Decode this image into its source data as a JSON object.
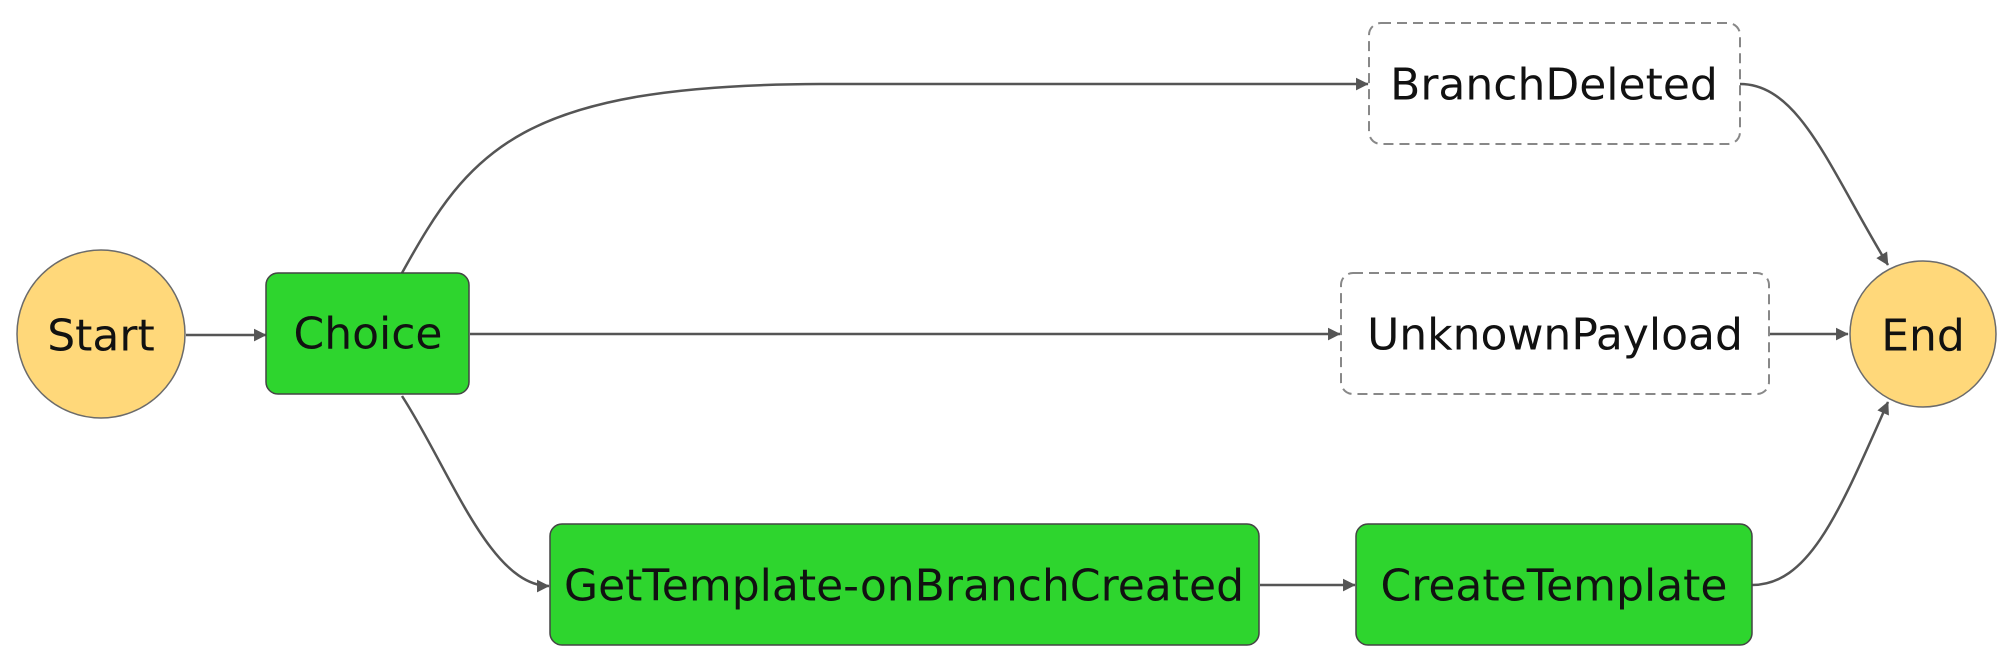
{
  "nodes": {
    "start": {
      "label": "Start",
      "kind": "terminal"
    },
    "choice": {
      "label": "Choice",
      "kind": "task"
    },
    "branch_deleted": {
      "label": "BranchDeleted",
      "kind": "pass"
    },
    "unknown_payload": {
      "label": "UnknownPayload",
      "kind": "pass"
    },
    "get_template": {
      "label": "GetTemplate-onBranchCreated",
      "kind": "task"
    },
    "create_template": {
      "label": "CreateTemplate",
      "kind": "task"
    },
    "end": {
      "label": "End",
      "kind": "terminal"
    }
  },
  "edges": [
    {
      "from": "start",
      "to": "choice"
    },
    {
      "from": "choice",
      "to": "branch_deleted"
    },
    {
      "from": "choice",
      "to": "unknown_payload"
    },
    {
      "from": "choice",
      "to": "get_template"
    },
    {
      "from": "get_template",
      "to": "create_template"
    },
    {
      "from": "branch_deleted",
      "to": "end"
    },
    {
      "from": "unknown_payload",
      "to": "end"
    },
    {
      "from": "create_template",
      "to": "end"
    }
  ],
  "colors": {
    "terminal_fill": "#ffd87a",
    "task_fill": "#2ed52e",
    "pass_fill": "#ffffff",
    "edge": "#555555"
  }
}
